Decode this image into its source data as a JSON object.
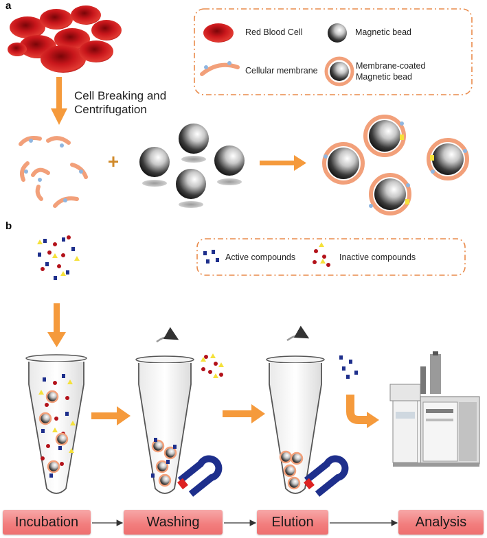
{
  "panel_a": {
    "letter": "a",
    "step_label_line1": "Cell Breaking and",
    "step_label_line2": "Centrifugation",
    "legend": {
      "red_blood_cell": "Red Blood Cell",
      "magnetic_bead": "Magnetic bead",
      "cellular_membrane": "Cellular membrane",
      "membrane_coated_line1": "Membrane-coated",
      "membrane_coated_line2": "Magnetic bead"
    }
  },
  "panel_b": {
    "letter": "b",
    "legend": {
      "active": "Active compounds",
      "inactive": "Inactive compounds"
    }
  },
  "stages": [
    "Incubation",
    "Washing",
    "Elution",
    "Analysis"
  ],
  "colors": {
    "arrow": "#f59a3c",
    "legend_border": "#e98a4a",
    "stage_fill": "#f27d7d",
    "rbc": "#c8161b",
    "membrane": "#f2a07a",
    "active_compound": "#1e2f8c",
    "inactive_red": "#b3121a",
    "inactive_yellow": "#f5e13a"
  }
}
